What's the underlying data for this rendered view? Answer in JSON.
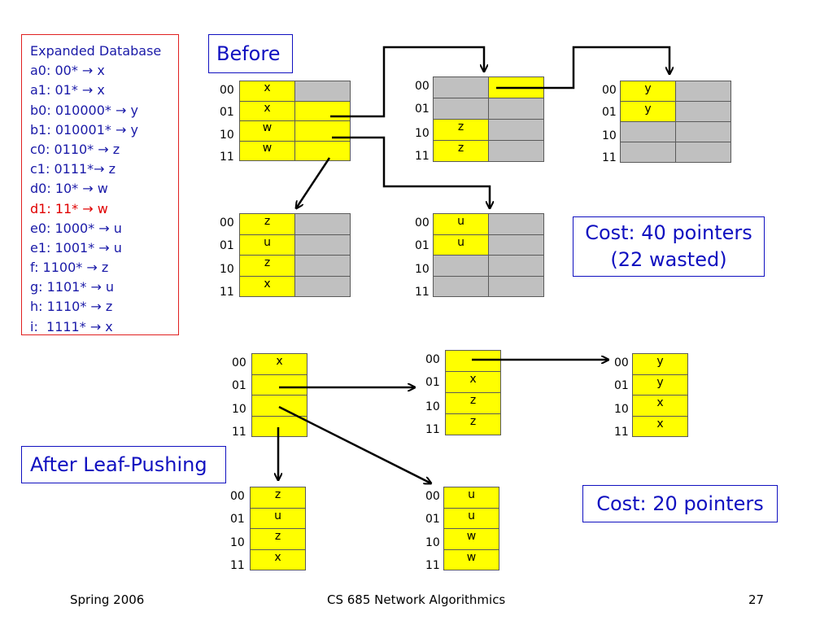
{
  "database": {
    "title": "Expanded Database",
    "entries": [
      {
        "text": "a0: 00* → x",
        "highlight": false
      },
      {
        "text": "a1: 01* → x",
        "highlight": false
      },
      {
        "text": "b0: 010000* → y",
        "highlight": false
      },
      {
        "text": "b1: 010001* → y",
        "highlight": false
      },
      {
        "text": "c0: 0110* → z",
        "highlight": false
      },
      {
        "text": "c1: 0111*→ z",
        "highlight": false
      },
      {
        "text": "d0: 10* → w",
        "highlight": false
      },
      {
        "text": "d1: 11* → w",
        "highlight": true
      },
      {
        "text": "e0: 1000* → u",
        "highlight": false
      },
      {
        "text": "e1: 1001* → u",
        "highlight": false
      },
      {
        "text": "f: 1100* → z",
        "highlight": false
      },
      {
        "text": "g: 1101* → u",
        "highlight": false
      },
      {
        "text": "h: 1110* → z",
        "highlight": false
      },
      {
        "text": "i:  1111* → x",
        "highlight": false
      }
    ]
  },
  "labels": {
    "before": "Before",
    "after": "After Leaf-Pushing",
    "cost_before_line1": "Cost: 40 pointers",
    "cost_before_line2": "(22 wasted)",
    "cost_after": "Cost: 20 pointers"
  },
  "row_labels": [
    "00",
    "01",
    "10",
    "11"
  ],
  "colors": {
    "filled": "#ffff00",
    "empty": "#c0c0c0",
    "arrow": "#000000",
    "accent": "#1010c0",
    "highlight": "#e00000"
  },
  "before_tables": [
    {
      "id": "before-root",
      "cells": [
        [
          "x",
          "",
          "y",
          "g"
        ],
        [
          "x",
          "",
          "y",
          "y"
        ],
        [
          "w",
          "",
          "y",
          "y"
        ],
        [
          "w",
          "",
          "y",
          "y"
        ]
      ]
    },
    {
      "id": "before-01",
      "cells": [
        [
          "",
          "",
          "g",
          "y"
        ],
        [
          "",
          "",
          "g",
          "g"
        ],
        [
          "z",
          "",
          "y",
          "g"
        ],
        [
          "z",
          "",
          "y",
          "g"
        ]
      ]
    },
    {
      "id": "before-0100",
      "cells": [
        [
          "y",
          "",
          "y",
          "g"
        ],
        [
          "y",
          "",
          "y",
          "g"
        ],
        [
          "",
          "",
          "g",
          "g"
        ],
        [
          "",
          "",
          "g",
          "g"
        ]
      ]
    },
    {
      "id": "before-11",
      "cells": [
        [
          "z",
          "",
          "y",
          "g"
        ],
        [
          "u",
          "",
          "y",
          "g"
        ],
        [
          "z",
          "",
          "y",
          "g"
        ],
        [
          "x",
          "",
          "y",
          "g"
        ]
      ]
    },
    {
      "id": "before-10",
      "cells": [
        [
          "u",
          "",
          "y",
          "g"
        ],
        [
          "u",
          "",
          "y",
          "g"
        ],
        [
          "",
          "",
          "g",
          "g"
        ],
        [
          "",
          "",
          "g",
          "g"
        ]
      ]
    }
  ],
  "after_tables": [
    {
      "id": "after-root",
      "cells": [
        "x",
        "",
        "",
        ""
      ]
    },
    {
      "id": "after-01",
      "cells": [
        "",
        "x",
        "z",
        "z"
      ]
    },
    {
      "id": "after-0100",
      "cells": [
        "y",
        "y",
        "x",
        "x"
      ]
    },
    {
      "id": "after-11",
      "cells": [
        "z",
        "u",
        "z",
        "x"
      ]
    },
    {
      "id": "after-10",
      "cells": [
        "u",
        "u",
        "w",
        "w"
      ]
    }
  ],
  "footer": {
    "left": "Spring 2006",
    "center": "CS 685 Network Algorithmics",
    "right": "27"
  }
}
